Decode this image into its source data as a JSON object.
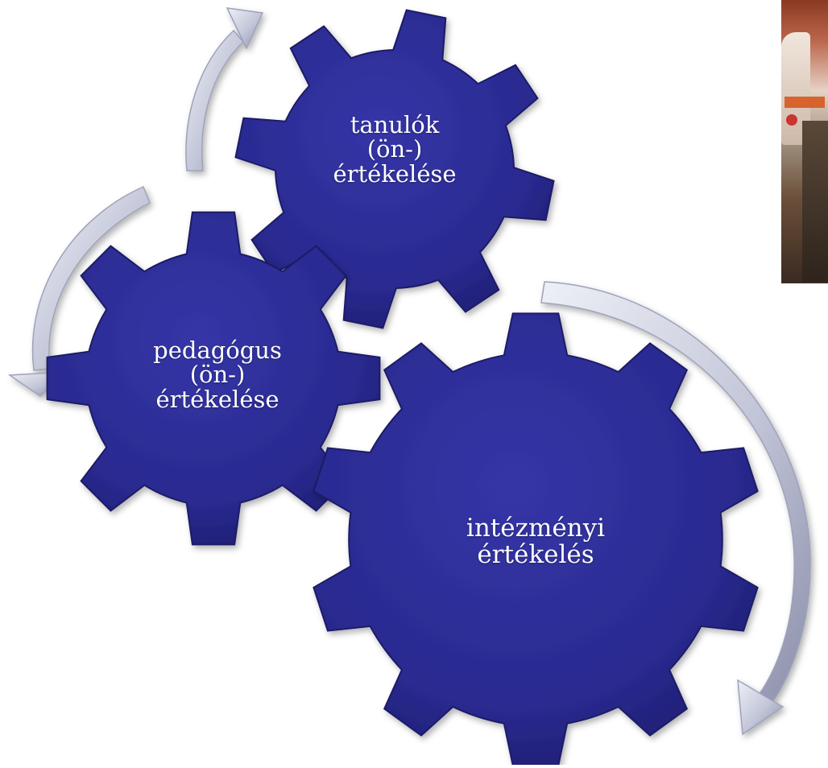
{
  "diagram": {
    "gears": [
      {
        "id": "tanulok",
        "lines": [
          "tanulók",
          "(ön-)",
          "értékelése"
        ]
      },
      {
        "id": "pedagogus",
        "lines": [
          "pedagógus",
          "(ön-)",
          "értékelése"
        ]
      },
      {
        "id": "intezmenyi",
        "lines": [
          "intézményi",
          "értékelés"
        ]
      }
    ],
    "colors": {
      "gear_fill": "#2c2c94",
      "gear_edge": "#1a1a66",
      "gear_text": "#ffffff",
      "arrow_light": "#e4e6f0",
      "arrow_dark": "#8c90ac"
    },
    "photo": {
      "icon": "people-photo",
      "description_visible": false
    }
  }
}
